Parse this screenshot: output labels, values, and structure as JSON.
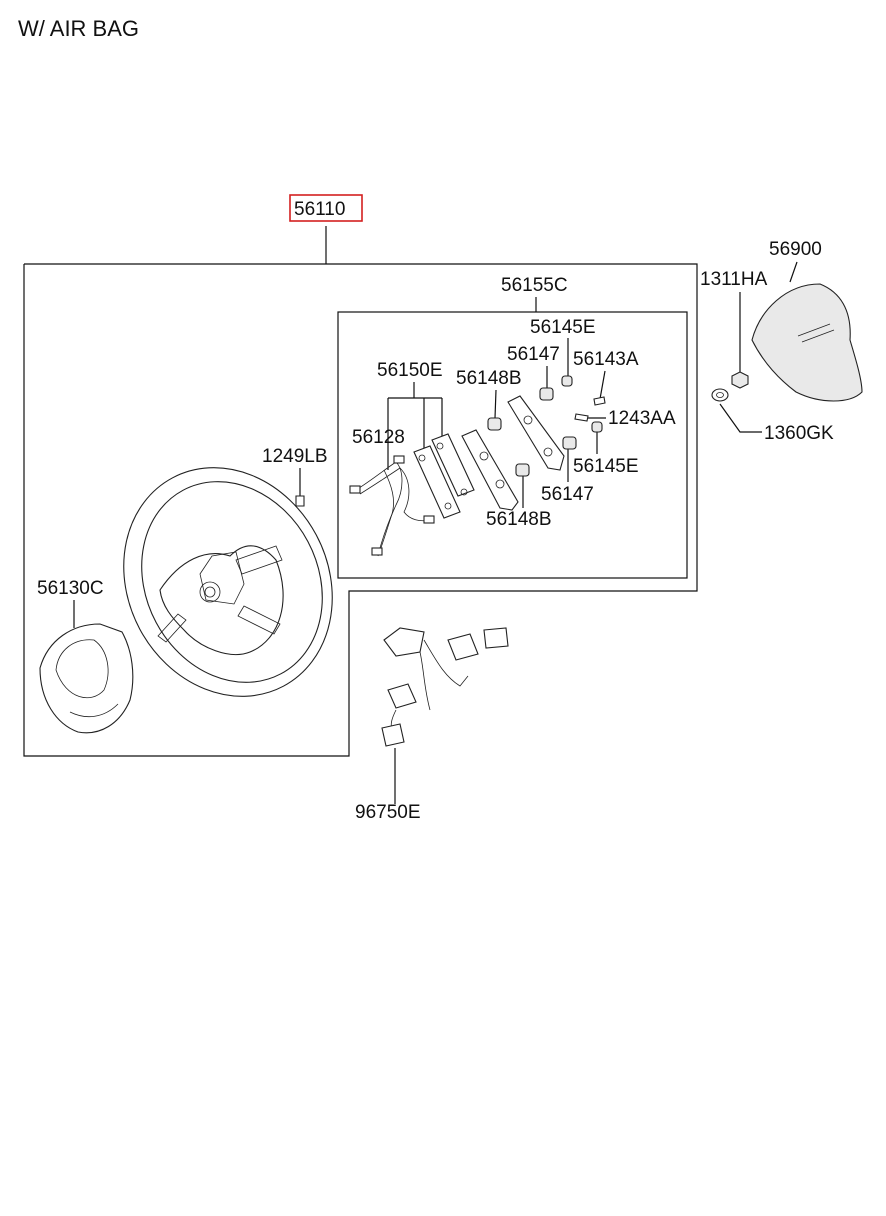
{
  "title": "W/ AIR BAG",
  "highlight_color": "#d42020",
  "parts": {
    "p56110": "56110",
    "p56155C": "56155C",
    "p56145E_a": "56145E",
    "p56147_a": "56147",
    "p56143A": "56143A",
    "p56150E": "56150E",
    "p56148B_a": "56148B",
    "p1243AA": "1243AA",
    "p56128": "56128",
    "p56145E_b": "56145E",
    "p1249LB": "1249LB",
    "p56147_b": "56147",
    "p56148B_b": "56148B",
    "p56900": "56900",
    "p1311HA": "1311HA",
    "p1360GK": "1360GK",
    "p56130C": "56130C",
    "p96750E": "96750E"
  }
}
